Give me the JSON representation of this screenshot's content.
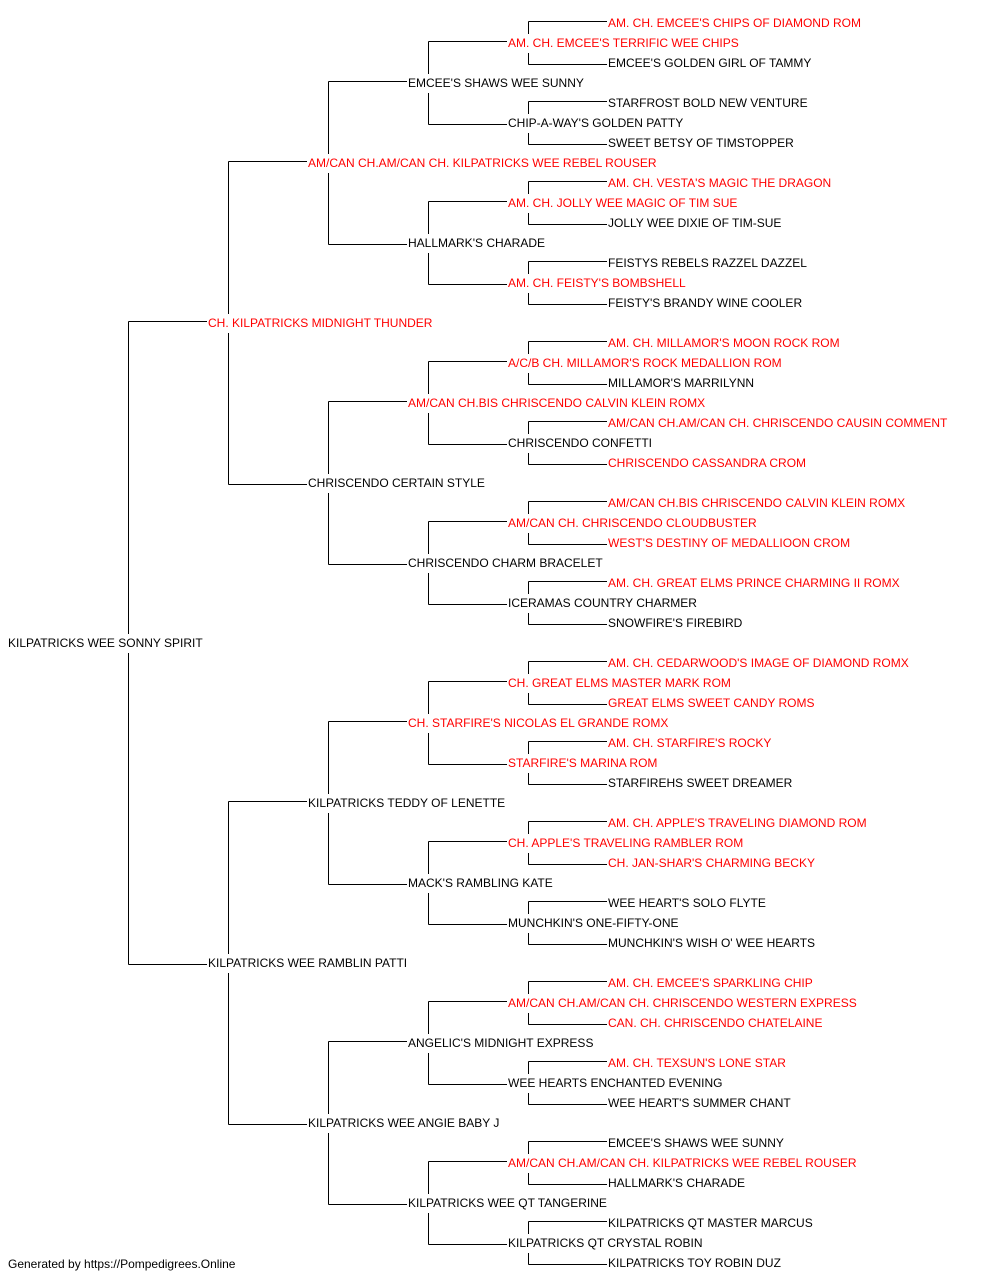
{
  "colors": {
    "titled": "#ff0000",
    "plain": "#000000",
    "line": "#000000"
  },
  "pedigree": {
    "subject": {
      "name": "KILPATRICKS WEE SONNY SPIRIT",
      "titled": false
    },
    "sire": {
      "name": "CH. KILPATRICKS MIDNIGHT THUNDER",
      "titled": true
    },
    "dam": {
      "name": "KILPATRICKS WEE RAMBLIN PATTI",
      "titled": false
    },
    "grandparents": [
      {
        "name": "AM/CAN CH.AM/CAN CH. KILPATRICKS WEE REBEL ROUSER",
        "titled": true
      },
      {
        "name": "CHRISCENDO CERTAIN STYLE",
        "titled": false
      },
      {
        "name": "KILPATRICKS TEDDY OF LENETTE",
        "titled": false
      },
      {
        "name": "KILPATRICKS WEE ANGIE BABY J",
        "titled": false
      }
    ],
    "great_grandparents": [
      {
        "name": "EMCEE'S SHAWS WEE SUNNY",
        "titled": false
      },
      {
        "name": "HALLMARK'S CHARADE",
        "titled": false
      },
      {
        "name": "AM/CAN CH.BIS CHRISCENDO CALVIN KLEIN ROMX",
        "titled": true
      },
      {
        "name": "CHRISCENDO CHARM BRACELET",
        "titled": false
      },
      {
        "name": "CH. STARFIRE'S NICOLAS EL GRANDE ROMX",
        "titled": true
      },
      {
        "name": "MACK'S RAMBLING KATE",
        "titled": false
      },
      {
        "name": "ANGELIC'S MIDNIGHT EXPRESS",
        "titled": false
      },
      {
        "name": "KILPATRICKS WEE QT TANGERINE",
        "titled": false
      }
    ],
    "gen4": [
      {
        "name": "AM. CH. EMCEE'S TERRIFIC WEE CHIPS",
        "titled": true
      },
      {
        "name": "CHIP-A-WAY'S GOLDEN PATTY",
        "titled": false
      },
      {
        "name": "AM. CH. JOLLY WEE MAGIC OF TIM SUE",
        "titled": true
      },
      {
        "name": "AM. CH. FEISTY'S BOMBSHELL",
        "titled": true
      },
      {
        "name": "A/C/B CH. MILLAMOR'S ROCK MEDALLION ROM",
        "titled": true
      },
      {
        "name": "CHRISCENDO CONFETTI",
        "titled": false
      },
      {
        "name": "AM/CAN CH. CHRISCENDO CLOUDBUSTER",
        "titled": true
      },
      {
        "name": "ICERAMAS COUNTRY CHARMER",
        "titled": false
      },
      {
        "name": "CH. GREAT ELMS MASTER MARK ROM",
        "titled": true
      },
      {
        "name": "STARFIRE'S MARINA ROM",
        "titled": true
      },
      {
        "name": "CH. APPLE'S TRAVELING RAMBLER ROM",
        "titled": true
      },
      {
        "name": "MUNCHKIN'S ONE-FIFTY-ONE",
        "titled": false
      },
      {
        "name": "AM/CAN CH.AM/CAN CH. CHRISCENDO WESTERN EXPRESS",
        "titled": true
      },
      {
        "name": "WEE HEARTS ENCHANTED EVENING",
        "titled": false
      },
      {
        "name": "AM/CAN CH.AM/CAN CH. KILPATRICKS WEE REBEL ROUSER",
        "titled": true
      },
      {
        "name": "KILPATRICKS QT CRYSTAL ROBIN",
        "titled": false
      }
    ],
    "gen5": [
      {
        "name": "AM. CH. EMCEE'S CHIPS OF DIAMOND ROM",
        "titled": true
      },
      {
        "name": "EMCEE'S GOLDEN GIRL OF TAMMY",
        "titled": false
      },
      {
        "name": "STARFROST BOLD NEW VENTURE",
        "titled": false
      },
      {
        "name": "SWEET BETSY OF TIMSTOPPER",
        "titled": false
      },
      {
        "name": "AM. CH. VESTA'S MAGIC THE DRAGON",
        "titled": true
      },
      {
        "name": "JOLLY WEE DIXIE OF TIM-SUE",
        "titled": false
      },
      {
        "name": "FEISTYS REBELS RAZZEL DAZZEL",
        "titled": false
      },
      {
        "name": "FEISTY'S BRANDY WINE COOLER",
        "titled": false
      },
      {
        "name": "AM. CH. MILLAMOR'S MOON ROCK ROM",
        "titled": true
      },
      {
        "name": "MILLAMOR'S MARRILYNN",
        "titled": false
      },
      {
        "name": "AM/CAN CH.AM/CAN CH. CHRISCENDO CAUSIN COMMENT",
        "titled": true
      },
      {
        "name": "CHRISCENDO CASSANDRA CROM",
        "titled": true
      },
      {
        "name": "AM/CAN CH.BIS CHRISCENDO CALVIN KLEIN ROMX",
        "titled": true
      },
      {
        "name": "WEST'S DESTINY OF MEDALLIOON CROM",
        "titled": true
      },
      {
        "name": "AM. CH. GREAT ELMS PRINCE CHARMING II ROMX",
        "titled": true
      },
      {
        "name": "SNOWFIRE'S FIREBIRD",
        "titled": false
      },
      {
        "name": "AM. CH. CEDARWOOD'S IMAGE OF DIAMOND ROMX",
        "titled": true
      },
      {
        "name": "GREAT ELMS SWEET CANDY ROMS",
        "titled": true
      },
      {
        "name": "AM. CH. STARFIRE'S ROCKY",
        "titled": true
      },
      {
        "name": "STARFIREHS SWEET DREAMER",
        "titled": false
      },
      {
        "name": "AM. CH. APPLE'S TRAVELING DIAMOND ROM",
        "titled": true
      },
      {
        "name": "CH. JAN-SHAR'S CHARMING BECKY",
        "titled": true
      },
      {
        "name": "WEE HEART'S SOLO FLYTE",
        "titled": false
      },
      {
        "name": "MUNCHKIN'S WISH O' WEE HEARTS",
        "titled": false
      },
      {
        "name": "AM. CH. EMCEE'S SPARKLING CHIP",
        "titled": true
      },
      {
        "name": "CAN. CH. CHRISCENDO CHATELAINE",
        "titled": true
      },
      {
        "name": "AM. CH. TEXSUN'S LONE STAR",
        "titled": true
      },
      {
        "name": "WEE HEART'S SUMMER CHANT",
        "titled": false
      },
      {
        "name": "EMCEE'S SHAWS WEE SUNNY",
        "titled": false
      },
      {
        "name": "HALLMARK'S CHARADE",
        "titled": false
      },
      {
        "name": "KILPATRICKS QT MASTER MARCUS",
        "titled": false
      },
      {
        "name": "KILPATRICKS TOY ROBIN DUZ",
        "titled": false
      }
    ]
  },
  "footer": {
    "text": "Generated by https://Pompedigrees.Online"
  }
}
